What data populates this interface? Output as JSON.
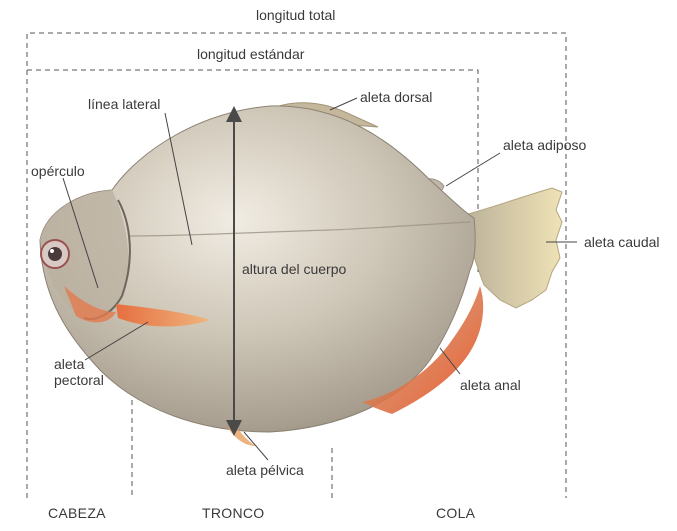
{
  "measurements": {
    "total_length": "longitud total",
    "standard_length": "longitud estándar",
    "body_height": "altura del cuerpo"
  },
  "parts": {
    "lateral_line": "línea lateral",
    "operculum": "opérculo",
    "dorsal_fin": "aleta dorsal",
    "adipose_fin": "aleta adiposo",
    "caudal_fin": "aleta caudal",
    "pectoral_fin_line1": "aleta",
    "pectoral_fin_line2": "pectoral",
    "anal_fin": "aleta anal",
    "pelvic_fin": "aleta pélvica"
  },
  "sections": {
    "head": "CABEZA",
    "trunk": "TRONCO",
    "tail": "COLA"
  },
  "colors": {
    "body": "#c9c2b4",
    "body_shadow": "#9c9486",
    "belly": "#e8e2d8",
    "fin": "#d9c89a",
    "fin_red": "#d9542a",
    "line": "#444444",
    "text": "#3a3a3a"
  }
}
